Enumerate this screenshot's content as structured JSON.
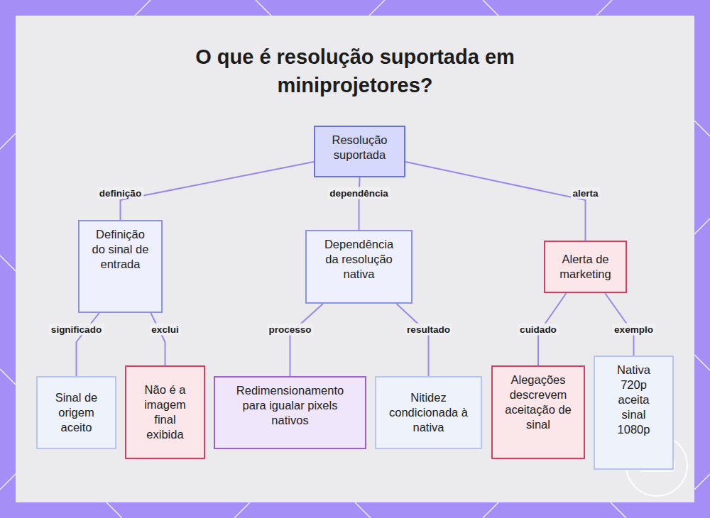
{
  "diagram": {
    "title": "O que é resolução suportada em miniprojetores?",
    "nodes": [
      {
        "text": [
          "Resolução suportada"
        ]
      },
      {
        "text": [
          "Definição do sinal de entrada"
        ]
      },
      {
        "text": [
          "Dependência da resolução nativa"
        ]
      },
      {
        "text": [
          "Alerta de marketing"
        ]
      },
      {
        "text": [
          "Sinal de origem aceito"
        ]
      },
      {
        "text": [
          "Não é a imagem final exibida"
        ]
      },
      {
        "text": [
          "Redimensionamento para igualar pixels nativos"
        ]
      },
      {
        "text": [
          "Nitidez condicionada à nativa"
        ]
      },
      {
        "text": [
          "Alegações descrevem aceitação de sinal"
        ]
      },
      {
        "text": [
          "Nativa 720p aceita sinal 1080p"
        ]
      }
    ],
    "edges": [
      {
        "from": 0,
        "to": 1,
        "label": "definição",
        "arrow": "none"
      },
      {
        "from": 0,
        "to": 2,
        "label": "dependência",
        "arrow": "none"
      },
      {
        "from": 0,
        "to": 3,
        "label": "alerta",
        "arrow": "none"
      },
      {
        "from": 1,
        "to": 4,
        "label": "significado",
        "arrow": "none"
      },
      {
        "from": 1,
        "to": 5,
        "label": "exclui",
        "arrow": "none"
      },
      {
        "from": 2,
        "to": 6,
        "label": "processo",
        "arrow": "none"
      },
      {
        "from": 2,
        "to": 7,
        "label": "resultado",
        "arrow": "none"
      },
      {
        "from": 3,
        "to": 8,
        "label": "cuidado",
        "arrow": "none"
      },
      {
        "from": 3,
        "to": 9,
        "label": "exemplo",
        "arrow": "none"
      }
    ]
  }
}
